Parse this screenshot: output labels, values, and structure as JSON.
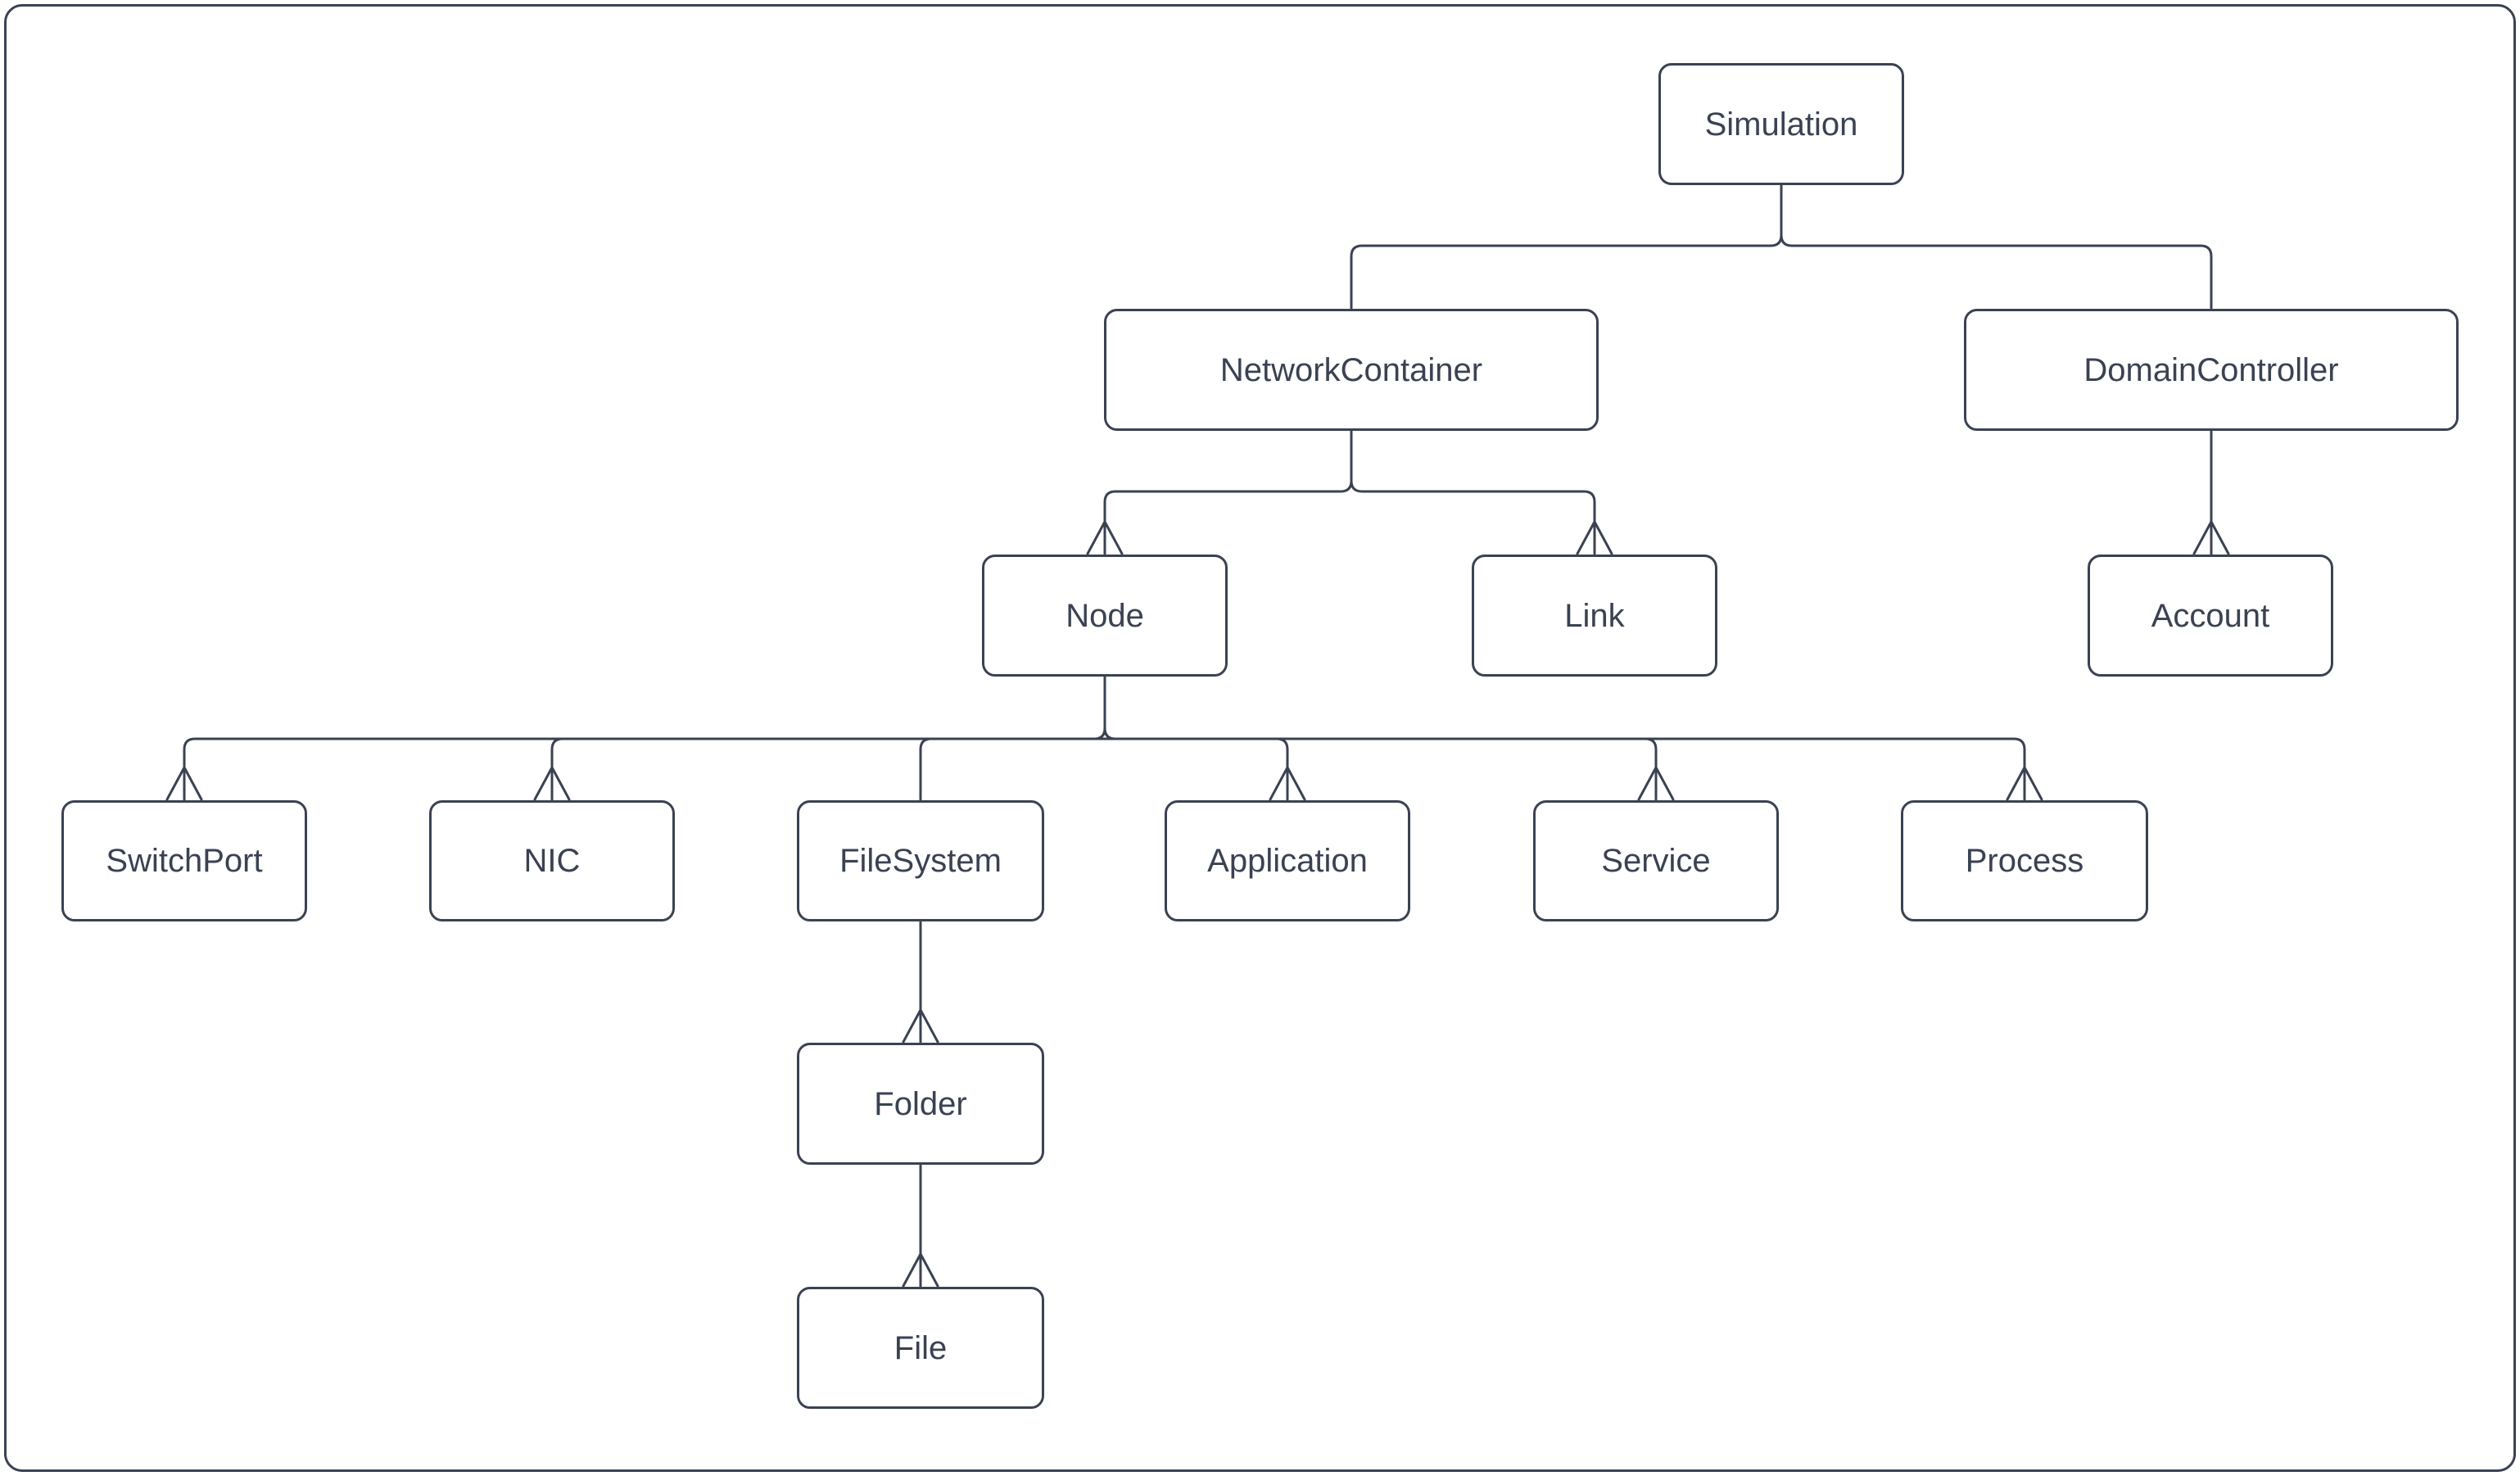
{
  "canvas": {
    "background_color": "#ffffff",
    "stroke_color": "#3a4252",
    "text_color": "#3a4252"
  },
  "nodes": {
    "simulation": {
      "label": "Simulation"
    },
    "network_container": {
      "label": "NetworkContainer"
    },
    "domain_controller": {
      "label": "DomainController"
    },
    "node": {
      "label": "Node"
    },
    "link": {
      "label": "Link"
    },
    "account": {
      "label": "Account"
    },
    "switch_port": {
      "label": "SwitchPort"
    },
    "nic": {
      "label": "NIC"
    },
    "file_system": {
      "label": "FileSystem"
    },
    "application": {
      "label": "Application"
    },
    "service": {
      "label": "Service"
    },
    "process": {
      "label": "Process"
    },
    "folder": {
      "label": "Folder"
    },
    "file": {
      "label": "File"
    }
  },
  "diagram": {
    "type": "hierarchy-tree",
    "edges": [
      {
        "from": "Simulation",
        "to": "NetworkContainer",
        "arrowhead": false
      },
      {
        "from": "Simulation",
        "to": "DomainController",
        "arrowhead": false
      },
      {
        "from": "NetworkContainer",
        "to": "Node",
        "arrowhead": true
      },
      {
        "from": "NetworkContainer",
        "to": "Link",
        "arrowhead": true
      },
      {
        "from": "DomainController",
        "to": "Account",
        "arrowhead": true
      },
      {
        "from": "Node",
        "to": "SwitchPort",
        "arrowhead": true
      },
      {
        "from": "Node",
        "to": "NIC",
        "arrowhead": true
      },
      {
        "from": "Node",
        "to": "FileSystem",
        "arrowhead": false
      },
      {
        "from": "Node",
        "to": "Application",
        "arrowhead": true
      },
      {
        "from": "Node",
        "to": "Service",
        "arrowhead": true
      },
      {
        "from": "Node",
        "to": "Process",
        "arrowhead": true
      },
      {
        "from": "FileSystem",
        "to": "Folder",
        "arrowhead": true
      },
      {
        "from": "Folder",
        "to": "File",
        "arrowhead": true
      }
    ]
  }
}
